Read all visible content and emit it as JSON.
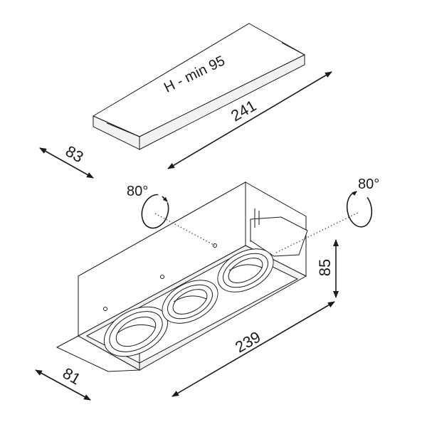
{
  "labels": {
    "cutout_height": "H - min 95",
    "cutout_length": "241",
    "cutout_width": "83",
    "rotation_left": "80°",
    "rotation_right": "80°",
    "fixture_height": "85",
    "fixture_length": "239",
    "fixture_width": "81"
  }
}
